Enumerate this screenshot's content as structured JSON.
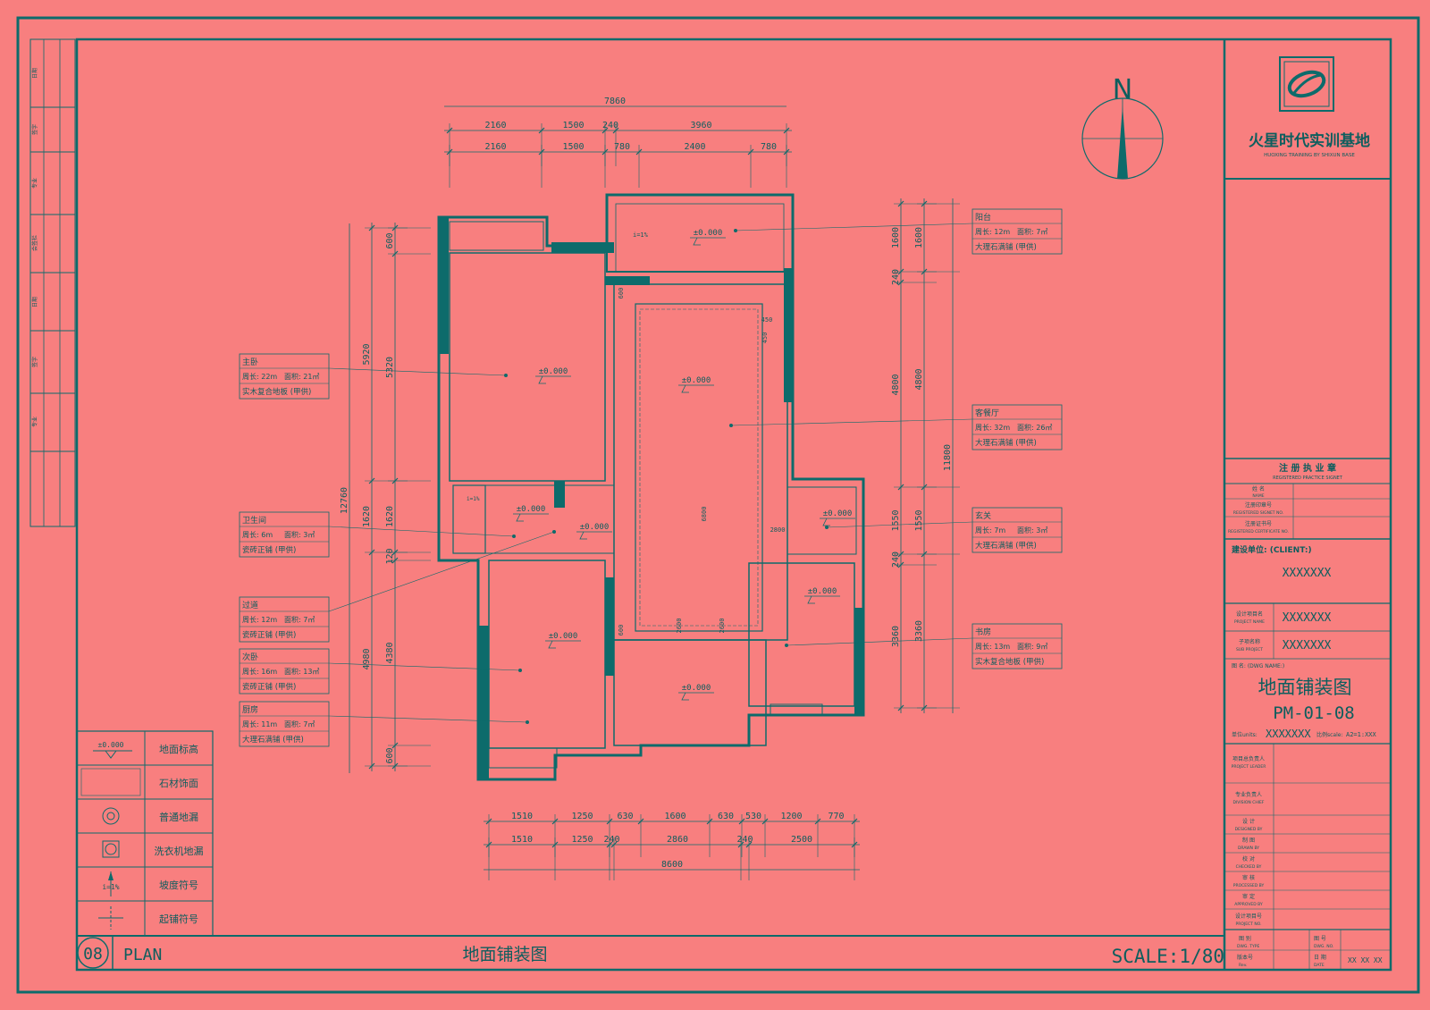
{
  "sheet": {
    "plan_number": "08",
    "plan_label": "PLAN",
    "plan_title": "地面铺装图",
    "scale": "SCALE:1/80"
  },
  "title_block": {
    "company": "火星时代实训基地",
    "company_en": "HUOXING TRAINING BY SHIXUN BASE",
    "registered_stamp": "注 册 执 业 章",
    "registered_stamp_en": "REGISTERED PRACTICE SIGNET",
    "name_label": "姓 名",
    "name_label_en": "NAME",
    "reg_no_label": "注册印章号",
    "reg_no_label_en": "REGISTERED SIGNET NO.",
    "cert_no_label": "注册证书号",
    "cert_no_label_en": "REGISTERED CERTIFICATE NO.",
    "client_label": "建设单位: (CLIENT:)",
    "client_value": "XXXXXXX",
    "project_label": "设计项目名",
    "project_label_en": "PROJECT NAME",
    "project_value": "XXXXXXX",
    "subproject_label": "子项名称",
    "subproject_label_en": "SUB PROJECT",
    "subproject_value": "XXXXXXX",
    "dwg_name_label": "图 名: (DWG NAME:)",
    "drawing_name": "地面铺装图",
    "drawing_number": "PM-01-08",
    "units_label": "单位units:",
    "units_value": "XXXXXXX",
    "scale_label": "比例scale:",
    "scale_value": "A2=1:XXX",
    "rows": [
      {
        "cn": "项目总负责人",
        "en": "PROJECT LEADER"
      },
      {
        "cn": "专业负责人",
        "en": "DIVISION CHIEF"
      },
      {
        "cn": "设 计",
        "en": "DESIGNED BY"
      },
      {
        "cn": "制 图",
        "en": "DRAWN BY"
      },
      {
        "cn": "校 对",
        "en": "CHECKED BY"
      },
      {
        "cn": "审 核",
        "en": "PROCESSED BY"
      },
      {
        "cn": "审 定",
        "en": "APPROVED BY"
      },
      {
        "cn": "设计项目号",
        "en": "PROJECT NO."
      }
    ],
    "dwg_type_label": "图 别",
    "dwg_type_en": "DWG. TYPE",
    "dwg_no_label": "图 号",
    "dwg_no_en": "DWG. NO.",
    "rev_label": "版本号",
    "rev_en": "Rev.",
    "date_label": "日 期",
    "date_en": "DATE",
    "date_value": "XX XX XX"
  },
  "left_strip": [
    "日期",
    "签字",
    "专业",
    "会签栏",
    "日期",
    "签字",
    "专业"
  ],
  "north": "N",
  "rooms": [
    {
      "name": "主卧",
      "perimeter": "周长: 22m",
      "area": "面积: 21㎡",
      "material": "实木复合地板 (甲供)"
    },
    {
      "name": "卫生间",
      "perimeter": "周长: 6m",
      "area": "面积: 3㎡",
      "material": "瓷砖正铺 (甲供)"
    },
    {
      "name": "过道",
      "perimeter": "周长: 12m",
      "area": "面积: 7㎡",
      "material": "瓷砖正铺 (甲供)"
    },
    {
      "name": "次卧",
      "perimeter": "周长: 16m",
      "area": "面积: 13㎡",
      "material": "瓷砖正铺 (甲供)"
    },
    {
      "name": "厨房",
      "perimeter": "周长: 11m",
      "area": "面积: 7㎡",
      "material": "大理石满铺 (甲供)"
    },
    {
      "name": "阳台",
      "perimeter": "周长: 12m",
      "area": "面积: 7㎡",
      "material": "大理石满铺 (甲供)"
    },
    {
      "name": "客餐厅",
      "perimeter": "周长: 32m",
      "area": "面积: 26㎡",
      "material": "大理石满铺 (甲供)"
    },
    {
      "name": "玄关",
      "perimeter": "周长: 7m",
      "area": "面积: 3㎡",
      "material": "大理石满铺 (甲供)"
    },
    {
      "name": "书房",
      "perimeter": "周长: 13m",
      "area": "面积: 9㎡",
      "material": "实木复合地板 (甲供)"
    }
  ],
  "elevation": "±0.000",
  "slope_mark": "i=1%",
  "interior_dims": [
    "450",
    "450",
    "6800",
    "2600",
    "2600",
    "2800",
    "600",
    "600"
  ],
  "legend": [
    {
      "symbol": "±0.000",
      "label": "地面标高"
    },
    {
      "symbol": "",
      "label": "石材饰面"
    },
    {
      "symbol": "",
      "label": "普通地漏"
    },
    {
      "symbol": "",
      "label": "洗衣机地漏"
    },
    {
      "symbol": "i=1%",
      "label": "坡度符号"
    },
    {
      "symbol": "",
      "label": "起铺符号"
    }
  ],
  "dims": {
    "top_total": "7860",
    "top_row1": [
      "2160",
      "1500",
      "240",
      "3960"
    ],
    "top_row2": [
      "2160",
      "1500",
      "780",
      "2400",
      "780"
    ],
    "bottom_row1": [
      "1510",
      "1250",
      "630",
      "1600",
      "630",
      "530",
      "1200",
      "770"
    ],
    "bottom_row2": [
      "1510",
      "1250",
      "240",
      "2860",
      "240",
      "2500"
    ],
    "bottom_total": "8600",
    "left_total": "12760",
    "left_col1": [
      "5920",
      "1620",
      "4980"
    ],
    "left_col2": [
      "600",
      "5320",
      "1620",
      "120",
      "4380",
      "600"
    ],
    "right_total": "11800",
    "right_col1": [
      "1600",
      "240",
      "4800",
      "1550",
      "240",
      "3360"
    ],
    "right_col2": [
      "1600",
      "4800",
      "1550",
      "3360"
    ]
  }
}
